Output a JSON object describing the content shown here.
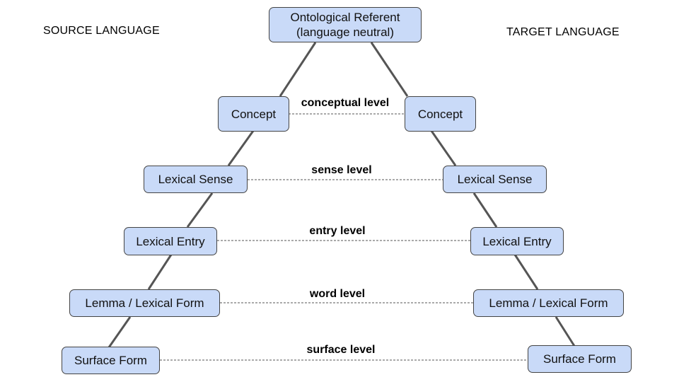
{
  "headings": {
    "source": "SOURCE LANGUAGE",
    "target": "TARGET LANGUAGE"
  },
  "referent": {
    "line1": "Ontological Referent",
    "line2": "(language neutral)"
  },
  "source_nodes": {
    "concept": "Concept",
    "sense": "Lexical Sense",
    "entry": "Lexical Entry",
    "lemma": "Lemma / Lexical Form",
    "surface": "Surface Form"
  },
  "target_nodes": {
    "concept": "Concept",
    "sense": "Lexical Sense",
    "entry": "Lexical Entry",
    "lemma": "Lemma / Lexical Form",
    "surface": "Surface Form"
  },
  "levels": {
    "conceptual": "conceptual level",
    "sense": "sense level",
    "entry": "entry level",
    "word": "word level",
    "surface": "surface level"
  },
  "colors": {
    "node_fill": "#c9daf8",
    "node_border": "#444444",
    "solid_link": "#555555",
    "dashed_link": "#555555"
  }
}
